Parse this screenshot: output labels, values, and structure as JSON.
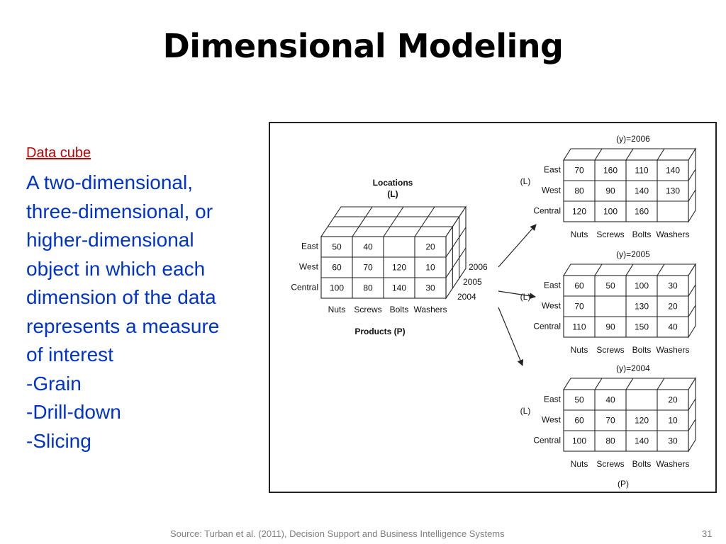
{
  "slide": {
    "title": "Dimensional Modeling",
    "subtitle": "Data cube",
    "body_lines": [
      "A two-dimensional,",
      "three-dimensional, or",
      "higher-dimensional",
      "object in which each",
      "dimension of the data",
      "represents a measure",
      "of interest",
      "-Grain",
      "-Drill-down",
      "-Slicing"
    ],
    "source": "Source:  Turban et al. (2011), Decision Support and Business Intelligence Systems",
    "page_number": "31"
  },
  "cube": {
    "locations_label_1": "Locations",
    "locations_label_2": "(L)",
    "products_label": "Products (P)",
    "rows": [
      "East",
      "West",
      "Central"
    ],
    "columns": [
      "Nuts",
      "Screws",
      "Bolts",
      "Washers"
    ],
    "years": [
      "2006",
      "2005",
      "2004"
    ],
    "front_values": [
      [
        "50",
        "40",
        "",
        "20"
      ],
      [
        "60",
        "70",
        "120",
        "10"
      ],
      [
        "100",
        "80",
        "140",
        "30"
      ]
    ]
  },
  "slices": [
    {
      "year_label": "(y)=2006",
      "l_label": "(L)",
      "rows": [
        "East",
        "West",
        "Central"
      ],
      "columns": [
        "Nuts",
        "Screws",
        "Bolts",
        "Washers"
      ],
      "p_label": "",
      "values": [
        [
          "70",
          "160",
          "110",
          "140"
        ],
        [
          "80",
          "90",
          "140",
          "130"
        ],
        [
          "120",
          "100",
          "160",
          ""
        ]
      ]
    },
    {
      "year_label": "(y)=2005",
      "l_label": "(L)",
      "rows": [
        "East",
        "West",
        "Central"
      ],
      "columns": [
        "Nuts",
        "Screws",
        "Bolts",
        "Washers"
      ],
      "p_label": "",
      "values": [
        [
          "60",
          "50",
          "100",
          "30"
        ],
        [
          "70",
          "",
          "130",
          "20"
        ],
        [
          "110",
          "90",
          "150",
          "40"
        ]
      ]
    },
    {
      "year_label": "(y)=2004",
      "l_label": "(L)",
      "rows": [
        "East",
        "West",
        "Central"
      ],
      "columns": [
        "Nuts",
        "Screws",
        "Bolts",
        "Washers"
      ],
      "p_label": "(P)",
      "values": [
        [
          "50",
          "40",
          "",
          "20"
        ],
        [
          "60",
          "70",
          "120",
          "10"
        ],
        [
          "100",
          "80",
          "140",
          "30"
        ]
      ]
    }
  ]
}
